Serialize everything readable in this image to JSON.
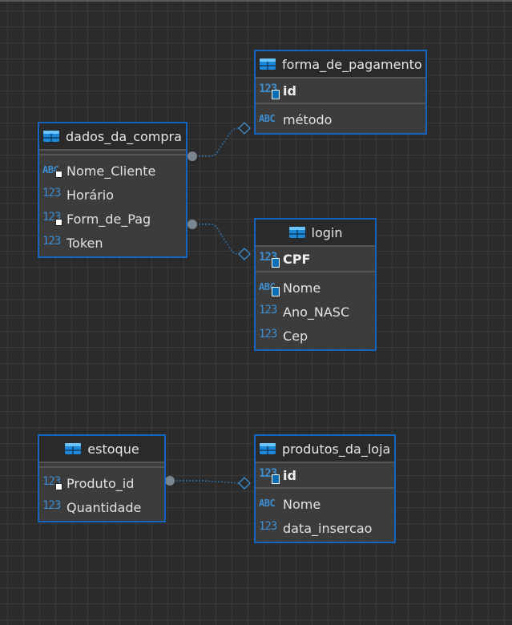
{
  "entities": {
    "forma_de_pagamento": {
      "title": "forma_de_pagamento",
      "pk": [
        {
          "type": "123",
          "name": "id"
        }
      ],
      "columns": [
        {
          "type": "ABC",
          "name": "método"
        }
      ]
    },
    "dados_da_compra": {
      "title": "dados_da_compra",
      "pk": [],
      "columns": [
        {
          "type": "ABC",
          "name": "Nome_Cliente",
          "fk": true
        },
        {
          "type": "123",
          "name": "Horário"
        },
        {
          "type": "123",
          "name": "Form_de_Pag",
          "fk": true
        },
        {
          "type": "123",
          "name": "Token"
        }
      ]
    },
    "login": {
      "title": "login",
      "pk": [
        {
          "type": "123",
          "name": "CPF"
        }
      ],
      "columns": [
        {
          "type": "ABC",
          "name": "Nome",
          "key": true
        },
        {
          "type": "123",
          "name": "Ano_NASC"
        },
        {
          "type": "123",
          "name": "Cep"
        }
      ]
    },
    "estoque": {
      "title": "estoque",
      "pk": [],
      "columns": [
        {
          "type": "123",
          "name": "Produto_id",
          "fk": true
        },
        {
          "type": "123",
          "name": "Quantidade"
        }
      ]
    },
    "produtos_da_loja": {
      "title": "produtos_da_loja",
      "pk": [
        {
          "type": "123",
          "name": "id"
        }
      ],
      "columns": [
        {
          "type": "ABC",
          "name": "Nome"
        },
        {
          "type": "123",
          "name": "data_insercao"
        }
      ]
    }
  },
  "relationships": [
    {
      "from": "dados_da_compra",
      "to": "forma_de_pagamento"
    },
    {
      "from": "dados_da_compra",
      "to": "login"
    },
    {
      "from": "estoque",
      "to": "produtos_da_loja"
    }
  ],
  "colors": {
    "entity_border": "#1565c0",
    "type_icon": "#3d8fd1",
    "connector": "#2f6ea3",
    "connector_dot": "#7a8590"
  }
}
